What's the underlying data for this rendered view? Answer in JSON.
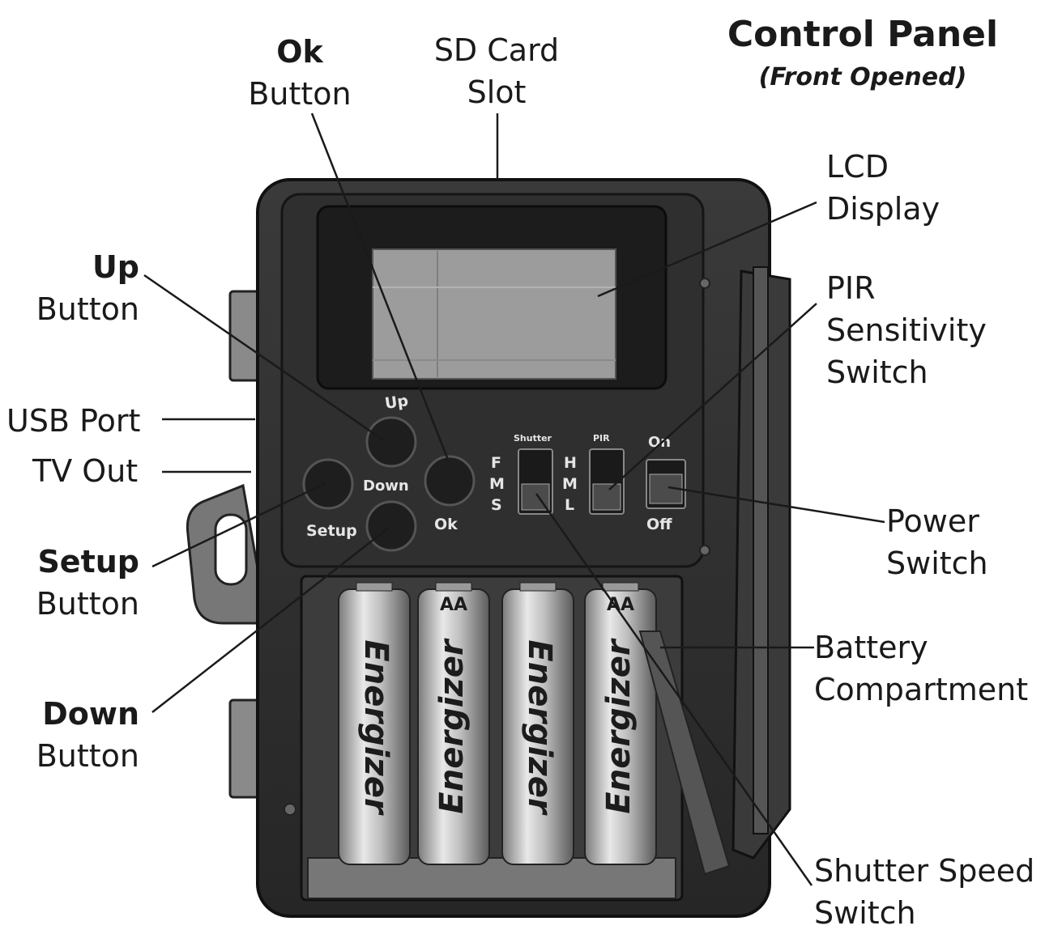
{
  "title": "Control Panel",
  "subtitle": "(Front Opened)",
  "callouts": {
    "ok": {
      "bold": "Ok",
      "normal": "Button"
    },
    "sd": {
      "line1": "SD Card",
      "line2": "Slot"
    },
    "lcd": {
      "line1": "LCD",
      "line2": "Display"
    },
    "pir": {
      "line1": "PIR",
      "line2": "Sensitivity",
      "line3": "Switch"
    },
    "up": {
      "bold": "Up",
      "normal": "Button"
    },
    "usb": {
      "text": "USB Port"
    },
    "tv": {
      "text": "TV Out"
    },
    "setup": {
      "bold": "Setup",
      "normal": "Button"
    },
    "down": {
      "bold": "Down",
      "normal": "Button"
    },
    "power": {
      "line1": "Power",
      "line2": "Switch"
    },
    "battery": {
      "line1": "Battery",
      "line2": "Compartment"
    },
    "shutter": {
      "line1": "Shutter Speed",
      "line2": "Switch"
    }
  },
  "device_labels": {
    "up": "Up",
    "down": "Down",
    "setup": "Setup",
    "ok": "Ok",
    "shutter": "Shutter",
    "pir": "PIR",
    "on": "On",
    "off": "Off",
    "shutter_positions": [
      "F",
      "M",
      "S"
    ],
    "pir_positions": [
      "H",
      "M",
      "L"
    ]
  },
  "battery": {
    "brand": "Energizer",
    "size": "AA"
  }
}
